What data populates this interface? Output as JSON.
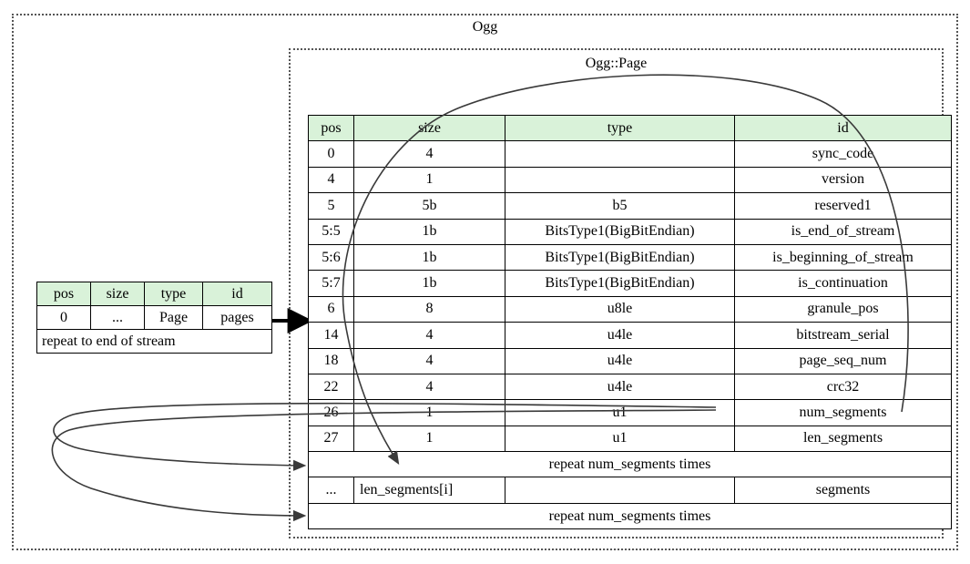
{
  "diagram": {
    "outer_container_title": "Ogg",
    "inner_container_title": "Ogg::Page"
  },
  "stream_table": {
    "headers": [
      "pos",
      "size",
      "type",
      "id"
    ],
    "rows": [
      [
        "0",
        "...",
        "Page",
        "pages"
      ]
    ],
    "footer_note": "repeat to end of stream"
  },
  "page_table": {
    "headers": [
      "pos",
      "size",
      "type",
      "id"
    ],
    "rows": [
      {
        "pos": "0",
        "size": "4",
        "type": "",
        "id": "sync_code"
      },
      {
        "pos": "4",
        "size": "1",
        "type": "",
        "id": "version"
      },
      {
        "pos": "5",
        "size": "5b",
        "type": "b5",
        "id": "reserved1"
      },
      {
        "pos": "5:5",
        "size": "1b",
        "type": "BitsType1(BigBitEndian)",
        "id": "is_end_of_stream"
      },
      {
        "pos": "5:6",
        "size": "1b",
        "type": "BitsType1(BigBitEndian)",
        "id": "is_beginning_of_stream"
      },
      {
        "pos": "5:7",
        "size": "1b",
        "type": "BitsType1(BigBitEndian)",
        "id": "is_continuation"
      },
      {
        "pos": "6",
        "size": "8",
        "type": "u8le",
        "id": "granule_pos"
      },
      {
        "pos": "14",
        "size": "4",
        "type": "u4le",
        "id": "bitstream_serial"
      },
      {
        "pos": "18",
        "size": "4",
        "type": "u4le",
        "id": "page_seq_num"
      },
      {
        "pos": "22",
        "size": "4",
        "type": "u4le",
        "id": "crc32"
      },
      {
        "pos": "26",
        "size": "1",
        "type": "u1",
        "id": "num_segments"
      },
      {
        "pos": "27",
        "size": "1",
        "type": "u1",
        "id": "len_segments"
      }
    ],
    "repeat_note_1": "repeat num_segments times",
    "segments_row": {
      "pos": "...",
      "size": "len_segments[i]",
      "type": "",
      "id": "segments"
    },
    "repeat_note_2": "repeat num_segments times"
  },
  "colors": {
    "header_green": "#d9f2d9",
    "border_black": "#000000",
    "dotted_gray": "#555555",
    "arrow_gray": "#444444"
  }
}
